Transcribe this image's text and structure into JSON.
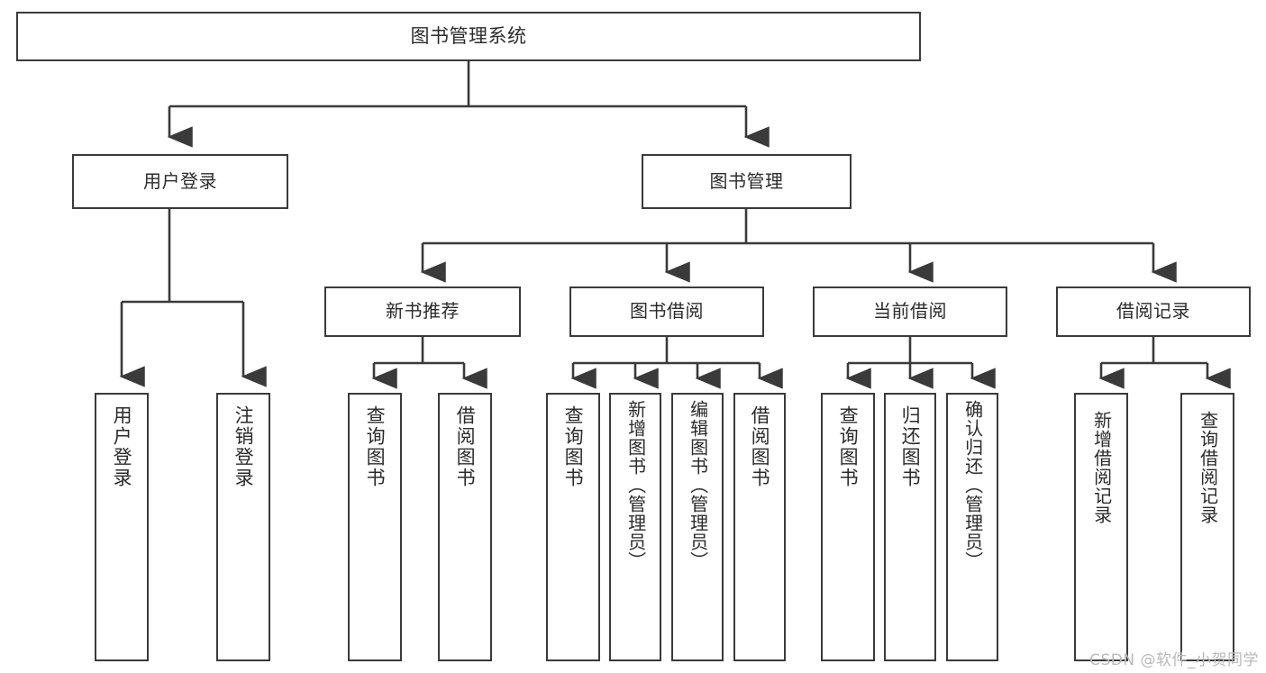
{
  "diagram": {
    "title": "图书管理系统",
    "type": "tree",
    "watermark": "CSDN @软件_小贺同学",
    "colors": {
      "background": "#ffffff",
      "box_border": "#3a3a3a",
      "box_fill": "#ffffff",
      "edge": "#3a3a3a",
      "text": "#2b2b2b",
      "watermark": "#b9b9b9"
    }
  },
  "nodes": {
    "root": {
      "label": "图书管理系统",
      "level": 0
    },
    "level1": [
      {
        "id": "user-login",
        "label": "用户登录"
      },
      {
        "id": "book-manage",
        "label": "图书管理"
      }
    ],
    "level2": [
      {
        "id": "new-book-recommend",
        "label": "新书推荐",
        "parent": "book-manage"
      },
      {
        "id": "book-borrow",
        "label": "图书借阅",
        "parent": "book-manage"
      },
      {
        "id": "current-borrow",
        "label": "当前借阅",
        "parent": "book-manage"
      },
      {
        "id": "borrow-record",
        "label": "借阅记录",
        "parent": "book-manage"
      }
    ],
    "leaves": [
      {
        "id": "leaf-user-login",
        "label": "用户登录",
        "parent": "user-login"
      },
      {
        "id": "leaf-user-logout",
        "label": "注销登录",
        "parent": "user-login"
      },
      {
        "id": "leaf-query-book-1",
        "label": "查询图书",
        "parent": "new-book-recommend"
      },
      {
        "id": "leaf-borrow-book-1",
        "label": "借阅图书",
        "parent": "new-book-recommend"
      },
      {
        "id": "leaf-query-book-2",
        "label": "查询图书",
        "parent": "book-borrow"
      },
      {
        "id": "leaf-add-book",
        "label": "新增图书（管理员）",
        "parent": "book-borrow"
      },
      {
        "id": "leaf-edit-book",
        "label": "编辑图书（管理员）",
        "parent": "book-borrow"
      },
      {
        "id": "leaf-borrow-book-2",
        "label": "借阅图书",
        "parent": "book-borrow"
      },
      {
        "id": "leaf-query-book-3",
        "label": "查询图书",
        "parent": "current-borrow"
      },
      {
        "id": "leaf-return-book",
        "label": "归还图书",
        "parent": "current-borrow"
      },
      {
        "id": "leaf-confirm-return",
        "label": "确认归还（管理员）",
        "parent": "current-borrow"
      },
      {
        "id": "leaf-add-record",
        "label": "新增借阅记录",
        "parent": "borrow-record"
      },
      {
        "id": "leaf-query-record",
        "label": "查询借阅记录",
        "parent": "borrow-record"
      }
    ]
  }
}
